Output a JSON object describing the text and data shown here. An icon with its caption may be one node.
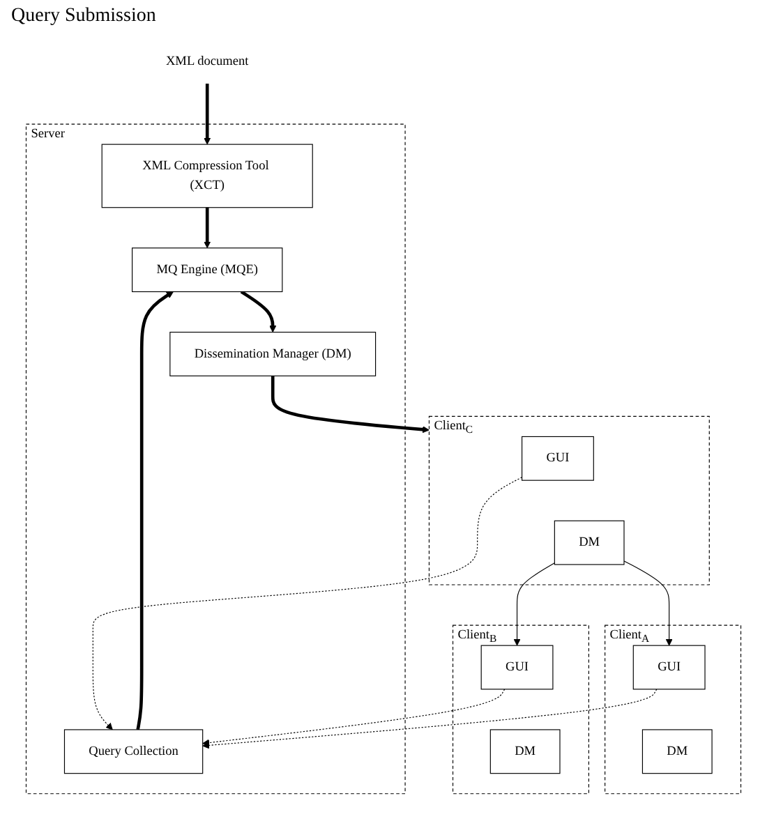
{
  "diagram": {
    "nodes": [
      {
        "text": [
          "XML document"
        ]
      },
      {
        "text": [
          "Server"
        ]
      },
      {
        "text": [
          "XML Compression Tool (XCT)"
        ],
        "in": 1
      },
      {
        "text": [
          "Query Collection"
        ],
        "in": 1
      },
      {
        "text": [
          "MQ Engine (MQE)"
        ],
        "in": 1
      },
      {
        "text": [
          "Dissemination Manager (DM)"
        ],
        "in": 1
      },
      {
        "text": [
          "Client$_{C}$"
        ]
      },
      {
        "text": [
          "GUI"
        ],
        "in": 6
      },
      {
        "text": [
          "DM"
        ],
        "in": 6
      },
      {
        "text": [
          "Client$_{A}$"
        ]
      },
      {
        "text": [
          "GUI"
        ],
        "in": 9
      },
      {
        "text": [
          "DM"
        ],
        "in": 9
      },
      {
        "text": [
          "Client$_{B}$"
        ]
      },
      {
        "text": [
          "GUI"
        ],
        "in": 12
      },
      {
        "text": [
          "DM"
        ],
        "in": 12
      }
    ],
    "edges": [
      {
        "from": 0,
        "to": 2,
        "arrow": "to",
        "style": "thick"
      },
      {
        "from": 2,
        "to": 4,
        "arrow": "to",
        "style": "thick"
      },
      {
        "from": 3,
        "to": 4,
        "arrow": "to",
        "style": "thick"
      },
      {
        "from": 4,
        "to": 5,
        "arrow": "to",
        "style": "thick"
      },
      {
        "from": 5,
        "to": 6,
        "arrow": "to",
        "style": "thick"
      },
      {
        "from": 10,
        "to": 3,
        "arrow": "to",
        "style": "dashed"
      },
      {
        "from": 13,
        "to": 3,
        "arrow": "to",
        "style": "dashed"
      },
      {
        "from": 7,
        "to": 3,
        "arrow": "to",
        "style": "dashed"
      },
      {
        "from": 8,
        "to": 10,
        "arrow": "to"
      },
      {
        "from": 8,
        "to": 13,
        "arrow": "to"
      }
    ],
    "labels": [
      "Query Submission"
    ]
  }
}
